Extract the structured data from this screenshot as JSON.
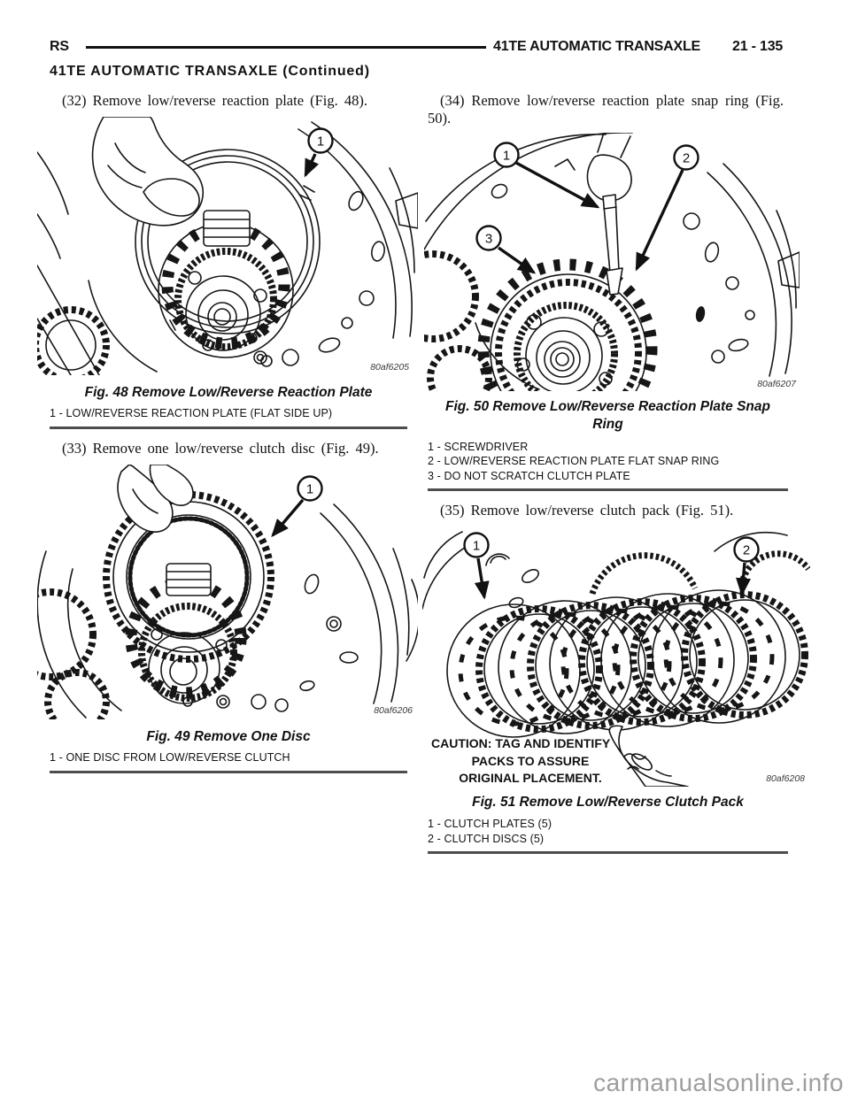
{
  "header": {
    "left_code": "RS",
    "title": "41TE AUTOMATIC TRANSAXLE",
    "page_number": "21 - 135",
    "continued_heading": "41TE AUTOMATIC TRANSAXLE (Continued)"
  },
  "steps": {
    "s32": "(32) Remove low/reverse reaction plate (Fig. 48).",
    "s33": "(33) Remove one low/reverse clutch disc (Fig. 49).",
    "s34": "(34) Remove low/reverse reaction plate snap ring (Fig. 50).",
    "s35": "(35) Remove low/reverse clutch pack (Fig. 51)."
  },
  "figures": {
    "fig48": {
      "caption": "Fig. 48 Remove Low/Reverse Reaction Plate",
      "code": "80af6205",
      "callouts": [
        "1"
      ],
      "legend": [
        "1 - LOW/REVERSE REACTION PLATE (FLAT SIDE UP)"
      ]
    },
    "fig49": {
      "caption": "Fig. 49 Remove One Disc",
      "code": "80af6206",
      "callouts": [
        "1"
      ],
      "legend": [
        "1 - ONE DISC FROM LOW/REVERSE CLUTCH"
      ]
    },
    "fig50": {
      "caption": "Fig. 50 Remove Low/Reverse Reaction Plate Snap Ring",
      "code": "80af6207",
      "callouts": [
        "1",
        "2",
        "3"
      ],
      "legend": [
        "1 - SCREWDRIVER",
        "2 - LOW/REVERSE REACTION PLATE FLAT SNAP RING",
        "3 - DO NOT SCRATCH CLUTCH PLATE"
      ]
    },
    "fig51": {
      "caption": "Fig. 51 Remove Low/Reverse Clutch Pack",
      "code": "80af6208",
      "callouts": [
        "1",
        "2"
      ],
      "caution": [
        "CAUTION: TAG AND IDENTIFY",
        "PACKS TO ASSURE",
        "ORIGINAL PLACEMENT."
      ],
      "legend": [
        "1 - CLUTCH PLATES (5)",
        "2 - CLUTCH DISCS (5)"
      ]
    }
  },
  "watermark": "carmanualsonline.info"
}
